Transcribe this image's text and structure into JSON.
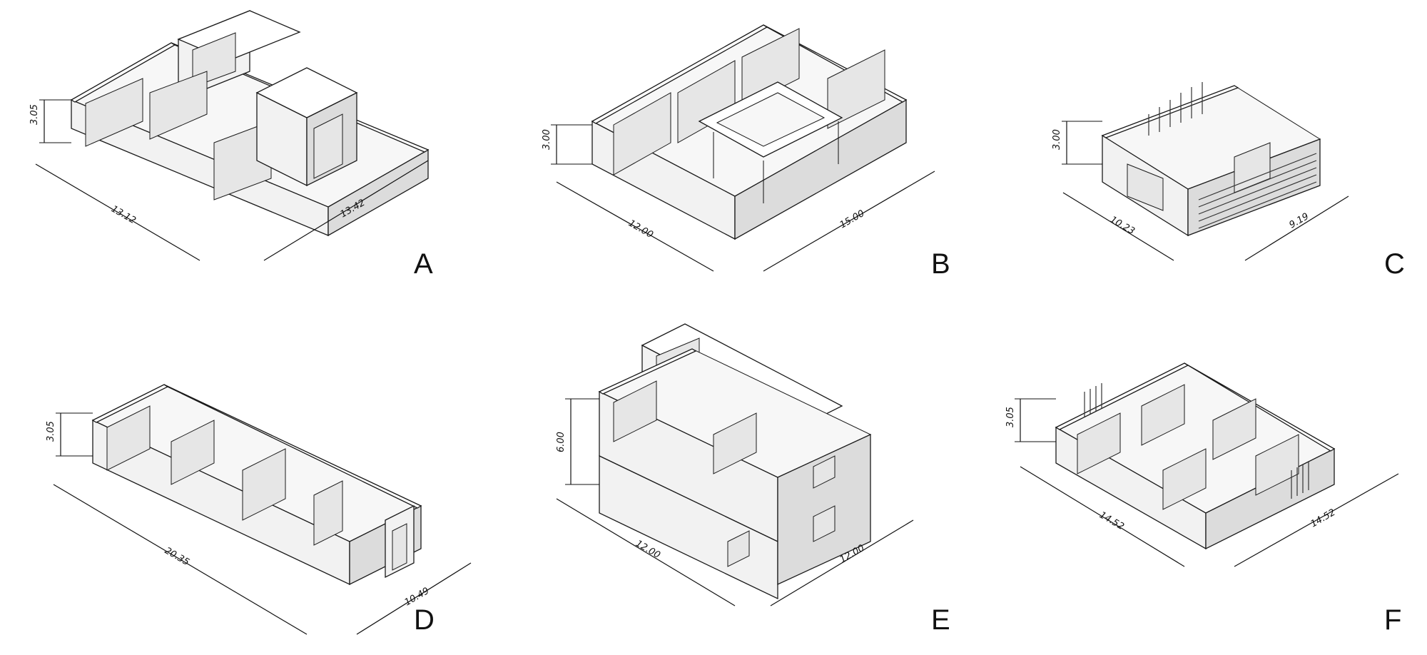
{
  "panels": [
    {
      "id": "A",
      "letter": "A",
      "height_dim": "3.05",
      "width_dim_left": "13.12",
      "width_dim_right": "13.42"
    },
    {
      "id": "B",
      "letter": "B",
      "height_dim": "3.00",
      "width_dim_left": "12.00",
      "width_dim_right": "15.00"
    },
    {
      "id": "C",
      "letter": "C",
      "height_dim": "3.00",
      "width_dim_left": "10.23",
      "width_dim_right": "9.19"
    },
    {
      "id": "D",
      "letter": "D",
      "height_dim": "3.05",
      "width_dim_left": "20.35",
      "width_dim_right": "10.49"
    },
    {
      "id": "E",
      "letter": "E",
      "height_dim": "6.00",
      "width_dim_left": "12.00",
      "width_dim_right": "12.00"
    },
    {
      "id": "F",
      "letter": "F",
      "height_dim": "3.05",
      "width_dim_left": "14.52",
      "width_dim_right": "14.52"
    }
  ]
}
